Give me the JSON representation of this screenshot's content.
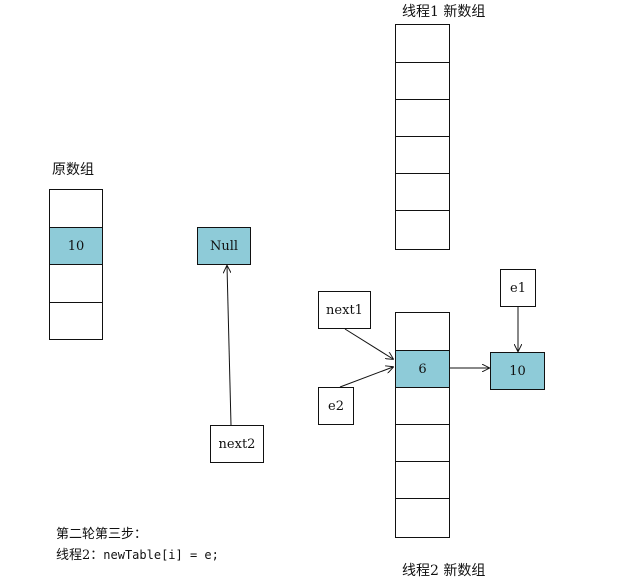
{
  "original_array": {
    "title": "原数组",
    "cells": [
      "",
      "10",
      "",
      ""
    ],
    "highlight_index": 1
  },
  "thread1_new_array": {
    "title": "线程1  新数组",
    "cells": [
      "",
      "",
      "",
      "",
      "",
      ""
    ]
  },
  "thread2_new_array": {
    "title": "线程2  新数组",
    "cells": [
      "",
      "6",
      "",
      "",
      "",
      ""
    ],
    "highlight_index": 1
  },
  "nodes": {
    "null_node": "Null",
    "next2": "next2",
    "next1": "next1",
    "e2": "e2",
    "e1": "e1",
    "node10": "10"
  },
  "caption": {
    "line1": "第二轮第三步：",
    "line2_prefix": "线程2：",
    "line2_code": "newTable[i] = e;"
  },
  "colors": {
    "highlight": "#8ecbd8",
    "stroke": "#111111"
  }
}
